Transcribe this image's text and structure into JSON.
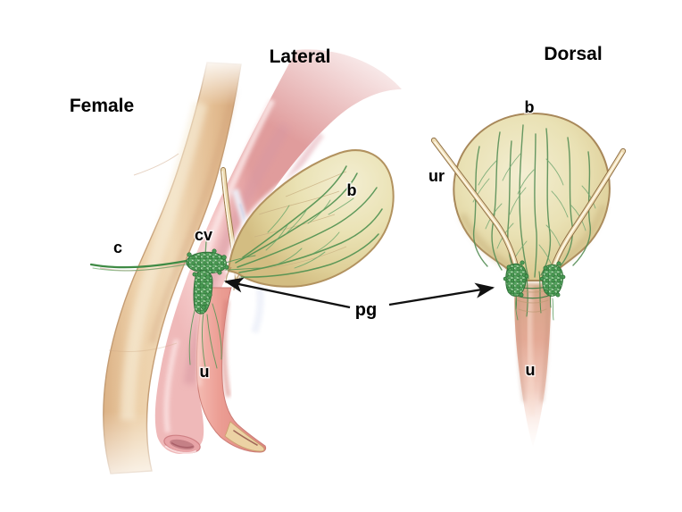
{
  "figure": {
    "sex_label": "Female",
    "views": {
      "lateral": "Lateral",
      "dorsal": "Dorsal"
    }
  },
  "labels": {
    "colon": "c",
    "cervix_vagina": "cv",
    "bladder_lateral": "b",
    "urethra_lateral": "u",
    "paraganglia": "pg",
    "bladder_dorsal": "b",
    "ureter": "ur",
    "urethra_dorsal": "u"
  },
  "colors": {
    "background": "#ffffff",
    "colon": "#e8cba3",
    "vagina": "#f3c6c6",
    "urethra_lateral": "#ec9d94",
    "bladder": "#e6dfb0",
    "bladder_outline": "#ab8b5e",
    "ureter": "#eedcb2",
    "nerve_green": "#55944f",
    "ganglion_green": "#4c9c56",
    "arrow": "#111111",
    "label_text": "#000000"
  }
}
